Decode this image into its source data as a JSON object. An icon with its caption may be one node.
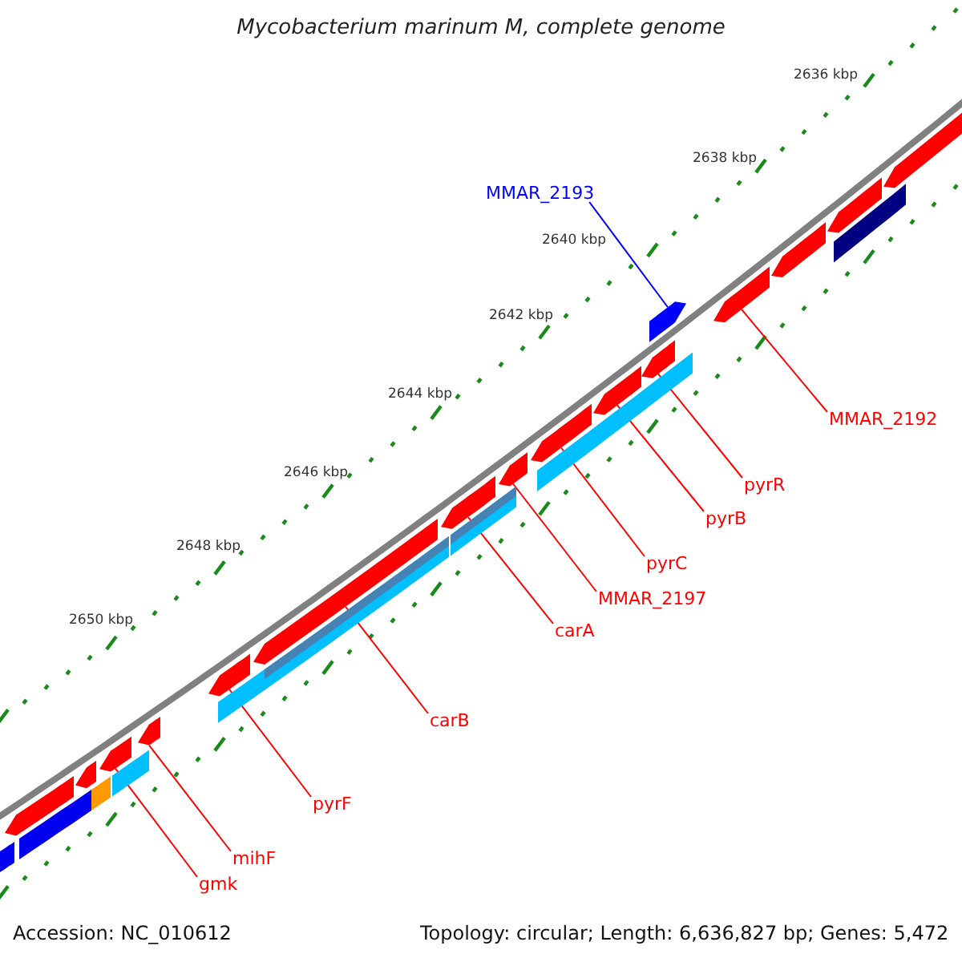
{
  "diagram": {
    "title": "Mycobacterium marinum M, complete genome",
    "nodes": [
      {
        "text": [
          "MMAR_2193"
        ]
      },
      {
        "text": [],
        "shape": "arrow"
      },
      {
        "text": [
          "MMAR_2192"
        ]
      },
      {
        "text": [],
        "shape": "arrow"
      },
      {
        "text": [
          "pyrR"
        ]
      },
      {
        "text": [],
        "shape": "arrow"
      },
      {
        "text": [
          "pyrB"
        ]
      },
      {
        "text": [],
        "shape": "arrow"
      },
      {
        "text": [
          "pyrC"
        ]
      },
      {
        "text": [],
        "shape": "arrow"
      },
      {
        "text": [
          "MMAR_2197"
        ]
      },
      {
        "text": [],
        "shape": "arrow"
      },
      {
        "text": [
          "carA"
        ]
      },
      {
        "text": [],
        "shape": "arrow"
      },
      {
        "text": [
          "carB"
        ]
      },
      {
        "text": [],
        "shape": "arrow"
      },
      {
        "text": [
          "pyrF"
        ]
      },
      {
        "text": [],
        "shape": "arrow"
      },
      {
        "text": [
          "mihF"
        ]
      },
      {
        "text": [],
        "shape": "arrow"
      },
      {
        "text": [
          "gmk"
        ]
      },
      {
        "text": [],
        "shape": "arrow"
      },
      {
        "text": [],
        "shape": "arrow"
      },
      {
        "text": [],
        "shape": "arrow"
      },
      {
        "text": [],
        "shape": "arrow"
      },
      {
        "text": [],
        "shape": "arrow"
      },
      {
        "text": [],
        "shape": "arrow"
      },
      {
        "text": [],
        "shape": "bar"
      },
      {
        "text": [],
        "shape": "bar"
      },
      {
        "text": [],
        "shape": "bar"
      },
      {
        "text": [],
        "shape": "bar"
      },
      {
        "text": [],
        "shape": "bar"
      },
      {
        "text": [],
        "shape": "bar"
      },
      {
        "text": [],
        "shape": "bar"
      },
      {
        "text": [],
        "shape": "bar"
      }
    ],
    "edges": [
      {
        "from": 0,
        "to": 1,
        "arrow": "none",
        "color": "#0000ff"
      },
      {
        "from": 2,
        "to": 3,
        "arrow": "none"
      },
      {
        "from": 4,
        "to": 5,
        "arrow": "none"
      },
      {
        "from": 6,
        "to": 7,
        "arrow": "none"
      },
      {
        "from": 8,
        "to": 9,
        "arrow": "none"
      },
      {
        "from": 10,
        "to": 11,
        "arrow": "none"
      },
      {
        "from": 12,
        "to": 13,
        "arrow": "none"
      },
      {
        "from": 14,
        "to": 15,
        "arrow": "none"
      },
      {
        "from": 16,
        "to": 17,
        "arrow": "none"
      },
      {
        "from": 18,
        "to": 19,
        "arrow": "none"
      },
      {
        "from": 20,
        "to": 21,
        "arrow": "none"
      }
    ],
    "labels": [
      "2636 kbp",
      "2638 kbp",
      "2640 kbp",
      "2642 kbp",
      "2644 kbp",
      "2646 kbp",
      "2648 kbp",
      "2650 kbp",
      "Accession: NC_010612",
      "Topology: circular; Length: 6,636,827 bp; Genes: 5,472"
    ]
  }
}
